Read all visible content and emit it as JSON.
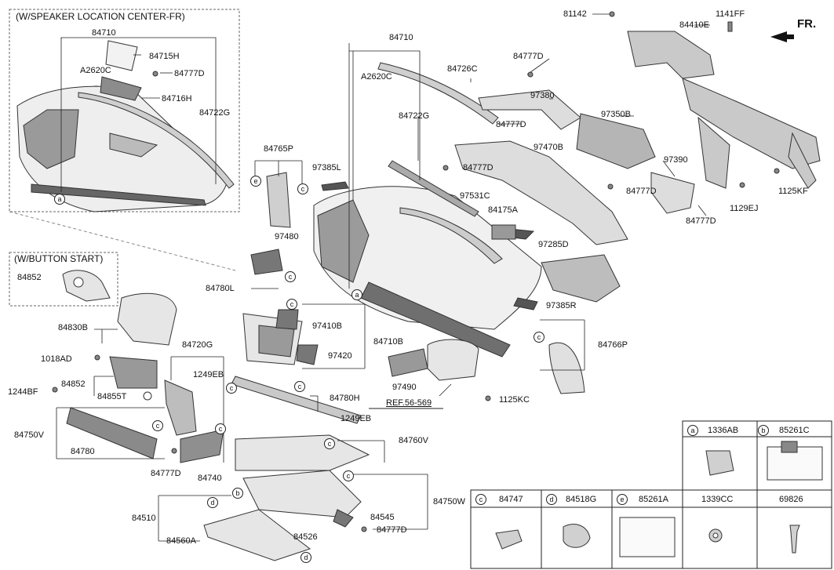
{
  "headers": {
    "speaker": "(W/SPEAKER LOCATION CENTER-FR)",
    "button": "(W/BUTTON START)",
    "front": "FR."
  },
  "parts": [
    {
      "id": "p1",
      "text": "84710"
    },
    {
      "id": "p2",
      "text": "84715H"
    },
    {
      "id": "p3",
      "text": "A2620C"
    },
    {
      "id": "p4",
      "text": "84777D"
    },
    {
      "id": "p5",
      "text": "84716H"
    },
    {
      "id": "p6",
      "text": "84722G"
    },
    {
      "id": "p7",
      "text": "84852"
    },
    {
      "id": "p8",
      "text": "84710"
    },
    {
      "id": "p9",
      "text": "A2620C"
    },
    {
      "id": "p10",
      "text": "84726C"
    },
    {
      "id": "p11",
      "text": "84722G"
    },
    {
      "id": "p12",
      "text": "84777D"
    },
    {
      "id": "p13",
      "text": "97380"
    },
    {
      "id": "p14",
      "text": "84777D"
    },
    {
      "id": "p15",
      "text": "81142"
    },
    {
      "id": "p16",
      "text": "1141FF"
    },
    {
      "id": "p17",
      "text": "84410E"
    },
    {
      "id": "p18",
      "text": "97350B"
    },
    {
      "id": "p19",
      "text": "97470B"
    },
    {
      "id": "p20",
      "text": "84777D"
    },
    {
      "id": "p21",
      "text": "97390"
    },
    {
      "id": "p22",
      "text": "84777D"
    },
    {
      "id": "p23",
      "text": "1125KF"
    },
    {
      "id": "p24",
      "text": "1129EJ"
    },
    {
      "id": "p25",
      "text": "84777D"
    },
    {
      "id": "p26",
      "text": "84765P"
    },
    {
      "id": "p27",
      "text": "97385L"
    },
    {
      "id": "p28",
      "text": "97531C"
    },
    {
      "id": "p29",
      "text": "84175A"
    },
    {
      "id": "p30",
      "text": "97480"
    },
    {
      "id": "p31",
      "text": "84780L"
    },
    {
      "id": "p32",
      "text": "97285D"
    },
    {
      "id": "p33",
      "text": "97385R"
    },
    {
      "id": "p34",
      "text": "84830B"
    },
    {
      "id": "p35",
      "text": "97410B"
    },
    {
      "id": "p36",
      "text": "84710B"
    },
    {
      "id": "p37",
      "text": "97420"
    },
    {
      "id": "p38",
      "text": "84766P"
    },
    {
      "id": "p39",
      "text": "1018AD"
    },
    {
      "id": "p40",
      "text": "84720G"
    },
    {
      "id": "p41",
      "text": "1249EB"
    },
    {
      "id": "p42",
      "text": "84852"
    },
    {
      "id": "p43",
      "text": "84855T"
    },
    {
      "id": "p44",
      "text": "1244BF"
    },
    {
      "id": "p45",
      "text": "84780H"
    },
    {
      "id": "p46",
      "text": "97490"
    },
    {
      "id": "p47",
      "text": "REF.56-569"
    },
    {
      "id": "p48",
      "text": "1125KC"
    },
    {
      "id": "p49",
      "text": "84750V"
    },
    {
      "id": "p50",
      "text": "84780"
    },
    {
      "id": "p51",
      "text": "1249EB"
    },
    {
      "id": "p52",
      "text": "84760V"
    },
    {
      "id": "p53",
      "text": "84777D"
    },
    {
      "id": "p54",
      "text": "84740"
    },
    {
      "id": "p55",
      "text": "84750W"
    },
    {
      "id": "p56",
      "text": "84510"
    },
    {
      "id": "p57",
      "text": "84545"
    },
    {
      "id": "p58",
      "text": "84777D"
    },
    {
      "id": "p59",
      "text": "84526"
    },
    {
      "id": "p60",
      "text": "84560A"
    }
  ],
  "callouts": [
    "a",
    "e",
    "c",
    "c",
    "a",
    "c",
    "c",
    "c",
    "c",
    "c",
    "c",
    "b",
    "d",
    "d"
  ],
  "legend": {
    "row1": [
      {
        "key": "a",
        "part": "1336AB"
      },
      {
        "key": "b",
        "part": "85261C"
      }
    ],
    "row2": [
      {
        "key": "c",
        "part": "84747"
      },
      {
        "key": "d",
        "part": "84518G"
      },
      {
        "key": "e",
        "part": "85261A"
      },
      {
        "key": "",
        "part": "1339CC"
      },
      {
        "key": "",
        "part": "69826"
      }
    ]
  },
  "colors": {
    "line": "#222222",
    "stroke_light": "#555555",
    "fill_part": "#d9d9d9",
    "fill_dark": "#8a8a8a"
  }
}
